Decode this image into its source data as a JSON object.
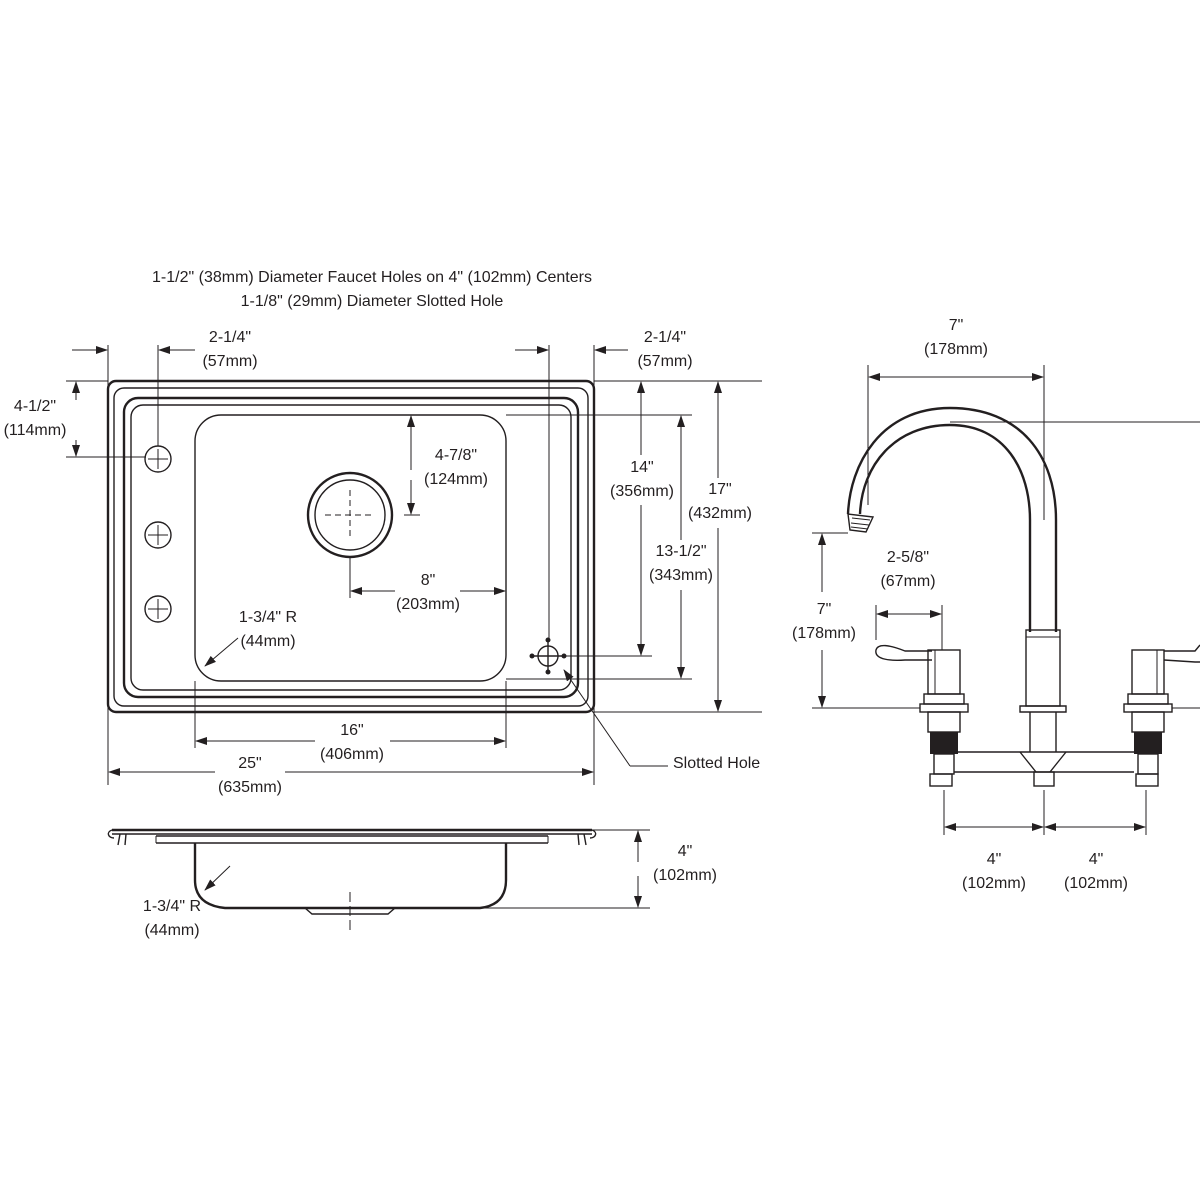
{
  "header": {
    "line1": "1-1/2\" (38mm) Diameter Faucet Holes on 4\" (102mm) Centers",
    "line2": "1-1/8\" (29mm) Diameter Slotted Hole"
  },
  "sink_top": {
    "left_offset": {
      "in": "2-1/4\"",
      "mm": "(57mm)"
    },
    "right_offset": {
      "in": "2-1/4\"",
      "mm": "(57mm)"
    },
    "front_offset": {
      "in": "4-1/2\"",
      "mm": "(114mm)"
    },
    "drain_offset": {
      "in": "4-7/8\"",
      "mm": "(124mm)"
    },
    "drain_to_side": {
      "in": "8\"",
      "mm": "(203mm)"
    },
    "bowl_depth_front": {
      "in": "14\"",
      "mm": "(356mm)"
    },
    "bowl_depth": {
      "in": "13-1/2\"",
      "mm": "(343mm)"
    },
    "overall_depth": {
      "in": "17\"",
      "mm": "(432mm)"
    },
    "corner_radius": {
      "in": "1-3/4\" R",
      "mm": "(44mm)"
    },
    "bowl_width": {
      "in": "16\"",
      "mm": "(406mm)"
    },
    "overall_width": {
      "in": "25\"",
      "mm": "(635mm)"
    },
    "slotted_hole_label": "Slotted Hole"
  },
  "sink_side": {
    "depth": {
      "in": "4\"",
      "mm": "(102mm)"
    },
    "corner_radius": {
      "in": "1-3/4\" R",
      "mm": "(44mm)"
    }
  },
  "faucet": {
    "spout_reach": {
      "in": "7\"",
      "mm": "(178mm)"
    },
    "spout_height": {
      "in": "7\"",
      "mm": "(178mm)"
    },
    "handle_length": {
      "in": "2-5/8\"",
      "mm": "(67mm)"
    },
    "center_left": {
      "in": "4\"",
      "mm": "(102mm)"
    },
    "center_right": {
      "in": "4\"",
      "mm": "(102mm)"
    }
  }
}
